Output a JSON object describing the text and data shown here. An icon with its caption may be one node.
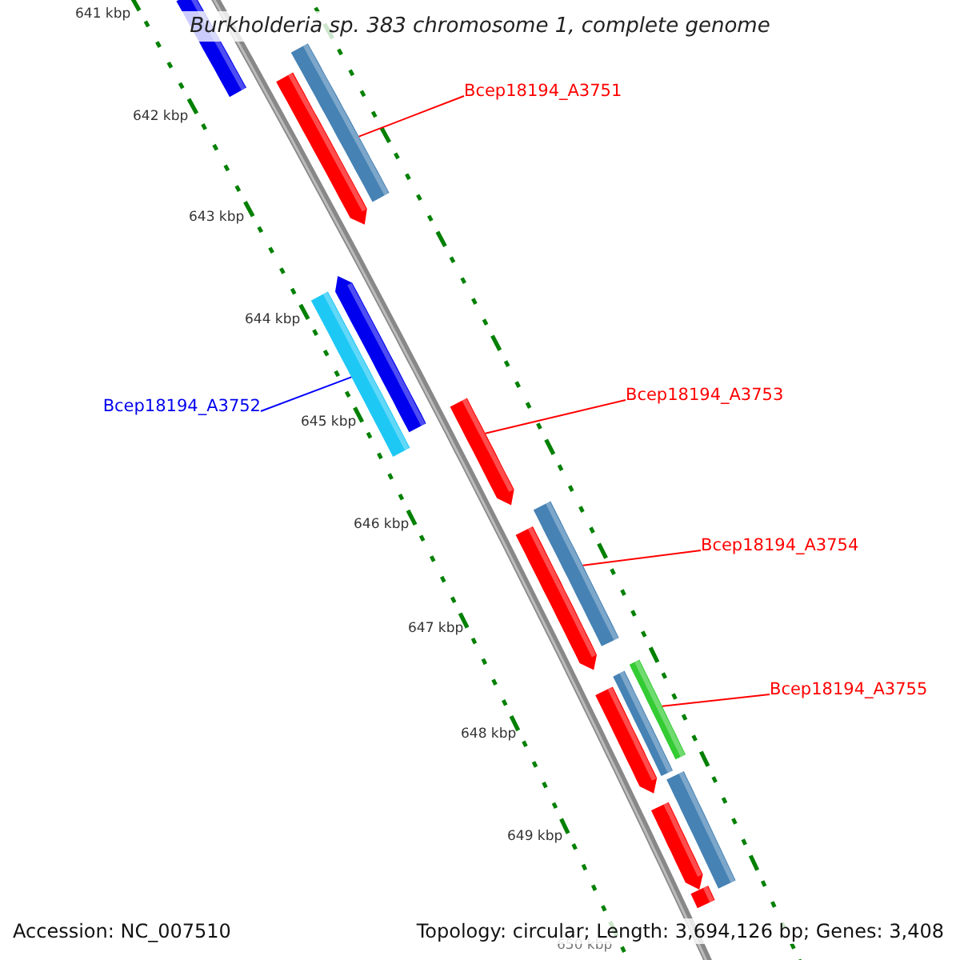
{
  "diagram": {
    "title": "Burkholderia sp. 383 chromosome 1, complete genome",
    "nodes": [
      {
        "text": [
          "Bcep18194_A3751"
        ]
      },
      {
        "text": [],
        "shape": "bar"
      },
      {
        "text": [
          "Bcep18194_A3752"
        ]
      },
      {
        "text": [],
        "shape": "bar"
      },
      {
        "text": [
          "Bcep18194_A3753"
        ]
      },
      {
        "text": [],
        "shape": "arrow"
      },
      {
        "text": [
          "Bcep18194_A3754"
        ]
      },
      {
        "text": [],
        "shape": "bar"
      },
      {
        "text": [
          "Bcep18194_A3755"
        ]
      },
      {
        "text": [],
        "shape": "bar"
      },
      {
        "text": [],
        "shape": "bar"
      },
      {
        "text": [],
        "shape": "arrow"
      },
      {
        "text": [],
        "shape": "arrow"
      },
      {
        "text": [],
        "shape": "arrow"
      },
      {
        "text": [],
        "shape": "arrow"
      },
      {
        "text": [],
        "shape": "bar"
      },
      {
        "text": [],
        "shape": "bar"
      },
      {
        "text": [],
        "shape": "arrow"
      },
      {
        "text": [],
        "shape": "bar"
      }
    ],
    "edges": [
      {
        "from": 0,
        "to": 1,
        "arrow": "none"
      },
      {
        "from": 2,
        "to": 3,
        "arrow": "none",
        "color": "#0000ff"
      },
      {
        "from": 4,
        "to": 5,
        "arrow": "none"
      },
      {
        "from": 6,
        "to": 7,
        "arrow": "none"
      },
      {
        "from": 8,
        "to": 9,
        "arrow": "none"
      }
    ],
    "labels": [
      "641 kbp",
      "642 kbp",
      "643 kbp",
      "644 kbp",
      "645 kbp",
      "646 kbp",
      "647 kbp",
      "648 kbp",
      "649 kbp",
      "650 kbp",
      "Accession: NC_007510",
      "Topology: circular; Length: 3,694,126 bp; Genes: 3,408"
    ]
  }
}
